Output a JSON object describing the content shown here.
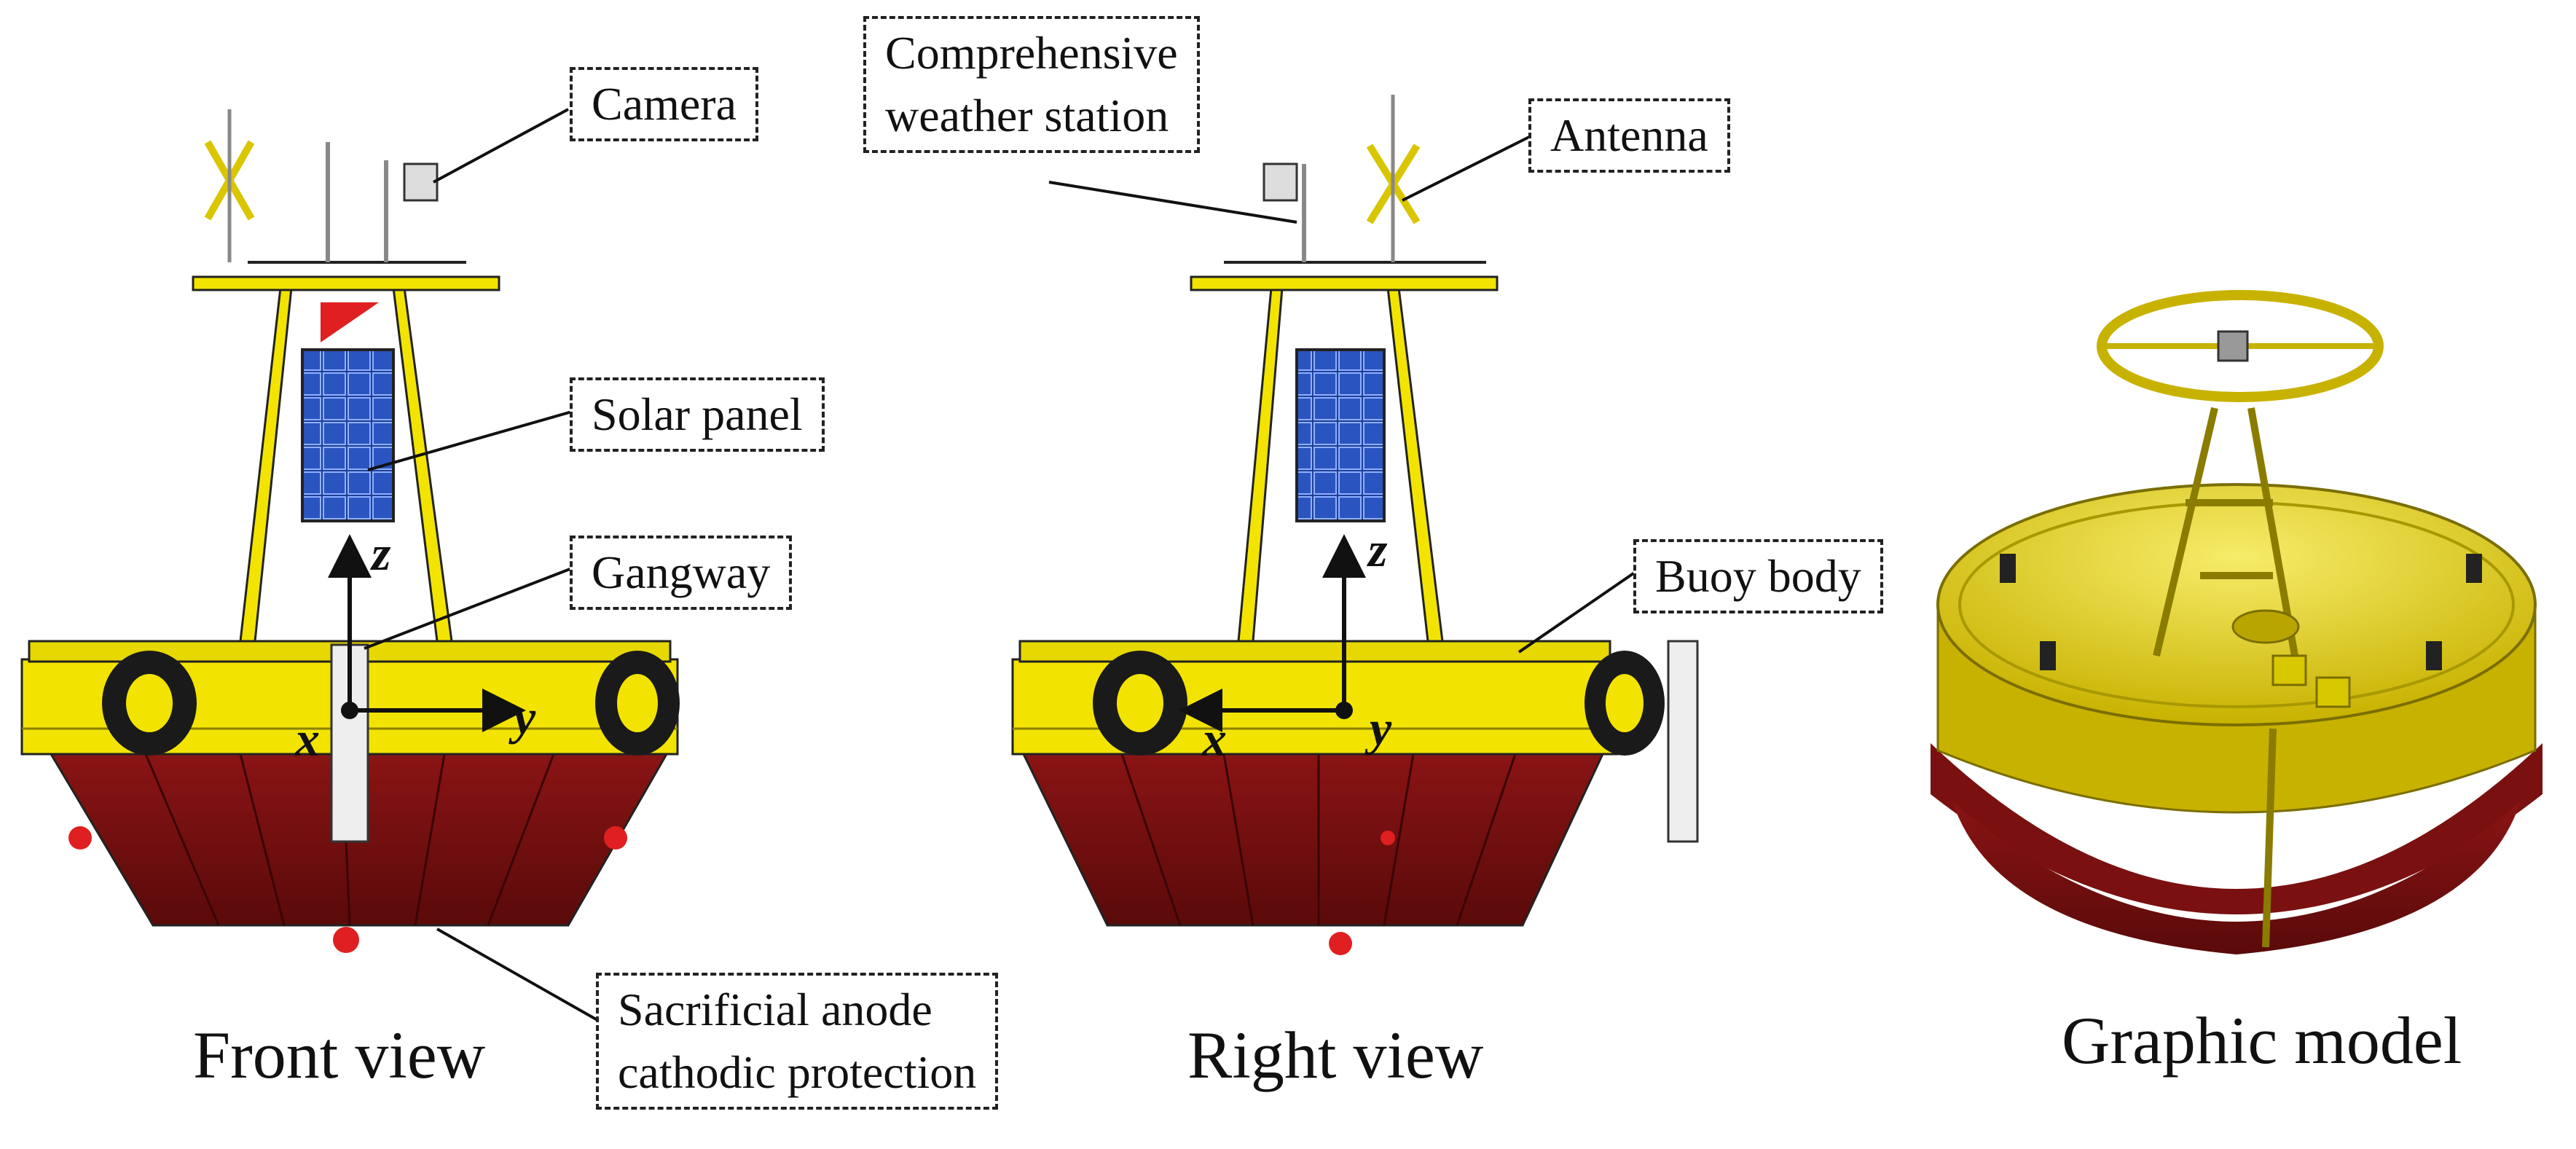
{
  "views": {
    "front": {
      "caption": "Front view",
      "axes": {
        "z": "z",
        "x": "x",
        "y": "y"
      }
    },
    "right": {
      "caption": "Right view",
      "axes": {
        "z": "z",
        "x": "x",
        "y": "y"
      }
    },
    "model": {
      "caption": "Graphic model"
    }
  },
  "callouts": {
    "camera": "Camera",
    "weather_station_line1": "Comprehensive",
    "weather_station_line2": "weather station",
    "antenna": "Antenna",
    "solar_panel": "Solar panel",
    "gangway": "Gangway",
    "buoy_body": "Buoy body",
    "anode_line1": "Sacrificial anode",
    "anode_line2": "cathodic protection"
  },
  "colors": {
    "hull_yellow": "#F2E400",
    "hull_red": "#7A1010",
    "solar_blue": "#1E3F9A",
    "tire_black": "#1a1a1a"
  }
}
